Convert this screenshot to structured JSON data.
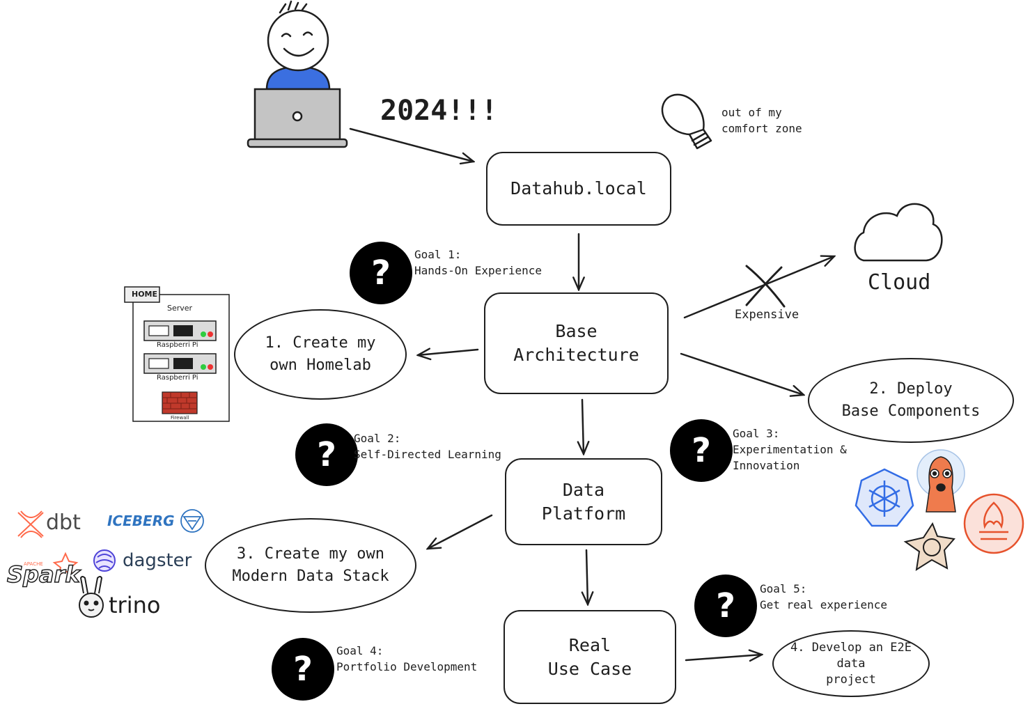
{
  "headline": "2024!!!",
  "bulb_note": [
    "out of my",
    "comfort zone"
  ],
  "nodes": {
    "datahub": "Datahub.local",
    "base_architecture": [
      "Base",
      "Architecture"
    ],
    "data_platform": [
      "Data",
      "Platform"
    ],
    "real_use_case": [
      "Real",
      "Use Case"
    ]
  },
  "cloud": {
    "label": "Cloud",
    "edge_label": "Expensive"
  },
  "outcomes": {
    "homelab": [
      "1. Create my",
      "own Homelab"
    ],
    "deploy": [
      "2. Deploy",
      "Base Components"
    ],
    "mds": [
      "3. Create my own",
      "Modern Data Stack"
    ],
    "e2e": [
      "4. Develop an E2E",
      "data",
      "project"
    ]
  },
  "goals": [
    {
      "title": "Goal 1:",
      "text": [
        "Hands-On Experience"
      ]
    },
    {
      "title": "Goal 2:",
      "text": [
        "Self-Directed Learning"
      ]
    },
    {
      "title": "Goal 3:",
      "text": [
        "Experimentation &",
        "Innovation"
      ]
    },
    {
      "title": "Goal 4:",
      "text": [
        "Portfolio Development"
      ]
    },
    {
      "title": "Goal 5:",
      "text": [
        "Get real experience"
      ]
    }
  ],
  "question_mark": "?",
  "homelab_sketch": {
    "tag": "HOME",
    "title": "Server",
    "units": [
      "Raspberri Pi",
      "Raspberri Pi"
    ],
    "firewall": "Firewall"
  },
  "tools": [
    "dbt",
    "ICEBERG",
    "Spark",
    "APACHE",
    "dagster",
    "trino"
  ],
  "icons": [
    "person-icon",
    "laptop-icon",
    "lightbulb-icon",
    "cloud-icon",
    "kubernetes-icon",
    "argo-icon",
    "helm-icon",
    "prometheus-icon"
  ],
  "colors": {
    "ink": "#1e1e1e",
    "person_shirt": "#3b6fe0",
    "laptop": "#c4c4c4",
    "dbt": "#ff694a",
    "iceberg": "#2f74c0",
    "dagster": "#2b3f57",
    "k8s": "#326ce5",
    "argo": "#ef7b4d",
    "prometheus": "#e6522c"
  }
}
